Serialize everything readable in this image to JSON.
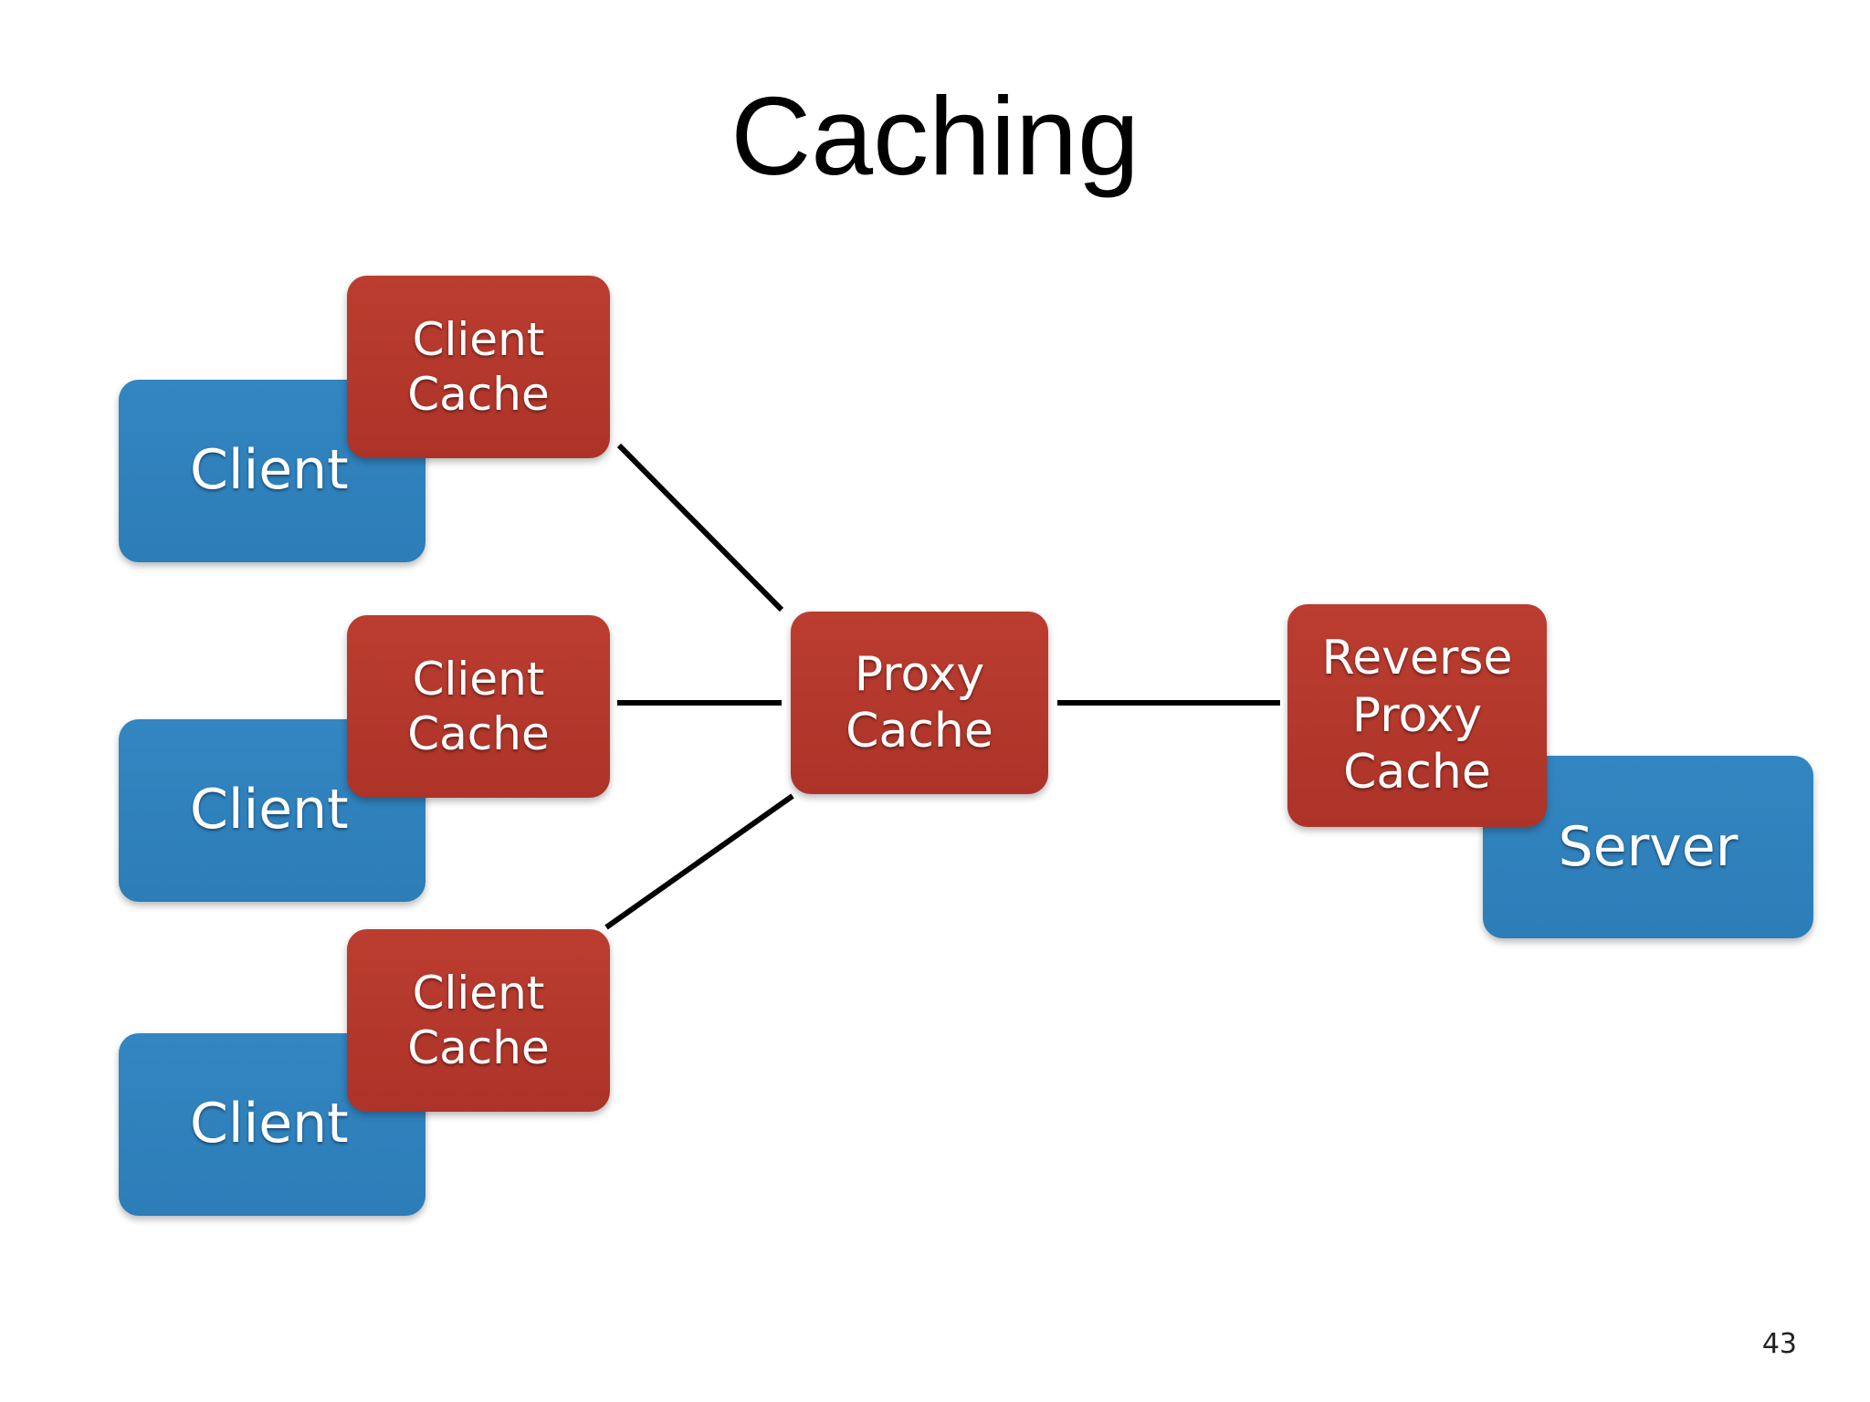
{
  "slide": {
    "title": "Caching",
    "page_number": "43"
  },
  "nodes": {
    "client_1": "Client",
    "client_cache_1": "Client\nCache",
    "client_2": "Client",
    "client_cache_2": "Client\nCache",
    "client_3": "Client",
    "client_cache_3": "Client\nCache",
    "proxy_cache": "Proxy\nCache",
    "reverse_proxy_cache": "Reverse\nProxy\nCache",
    "server": "Server"
  },
  "colors": {
    "client_box": "#2f82bd",
    "cache_box": "#b5382c",
    "connector": "#000000"
  }
}
